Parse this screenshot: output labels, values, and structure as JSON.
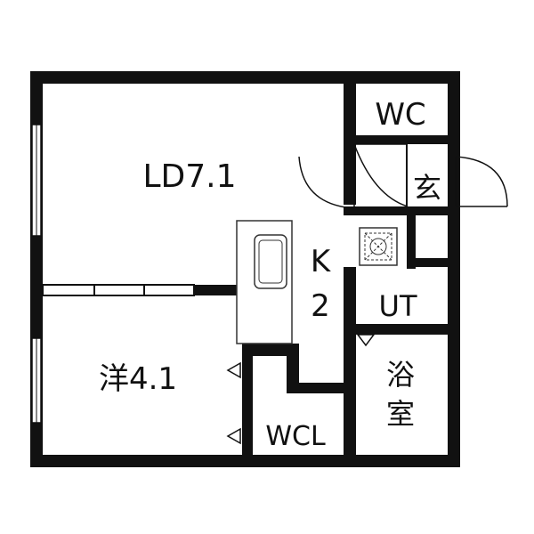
{
  "floorplan": {
    "rooms": {
      "ld": "LD7.1",
      "kitchen_top": "K",
      "kitchen_bottom": "2",
      "western": "洋4.1",
      "wcl": "WCL",
      "wc": "WC",
      "entrance": "玄",
      "ut": "UT",
      "bath_top": "浴",
      "bath_bottom": "室"
    },
    "colors": {
      "wall": "#111111",
      "background": "#ffffff",
      "fixture": "#333333"
    },
    "icons": {
      "washer": "washer-space-icon",
      "sink": "kitchen-sink-icon",
      "door_swing": "door-swing-icon",
      "window": "window-icon"
    }
  }
}
